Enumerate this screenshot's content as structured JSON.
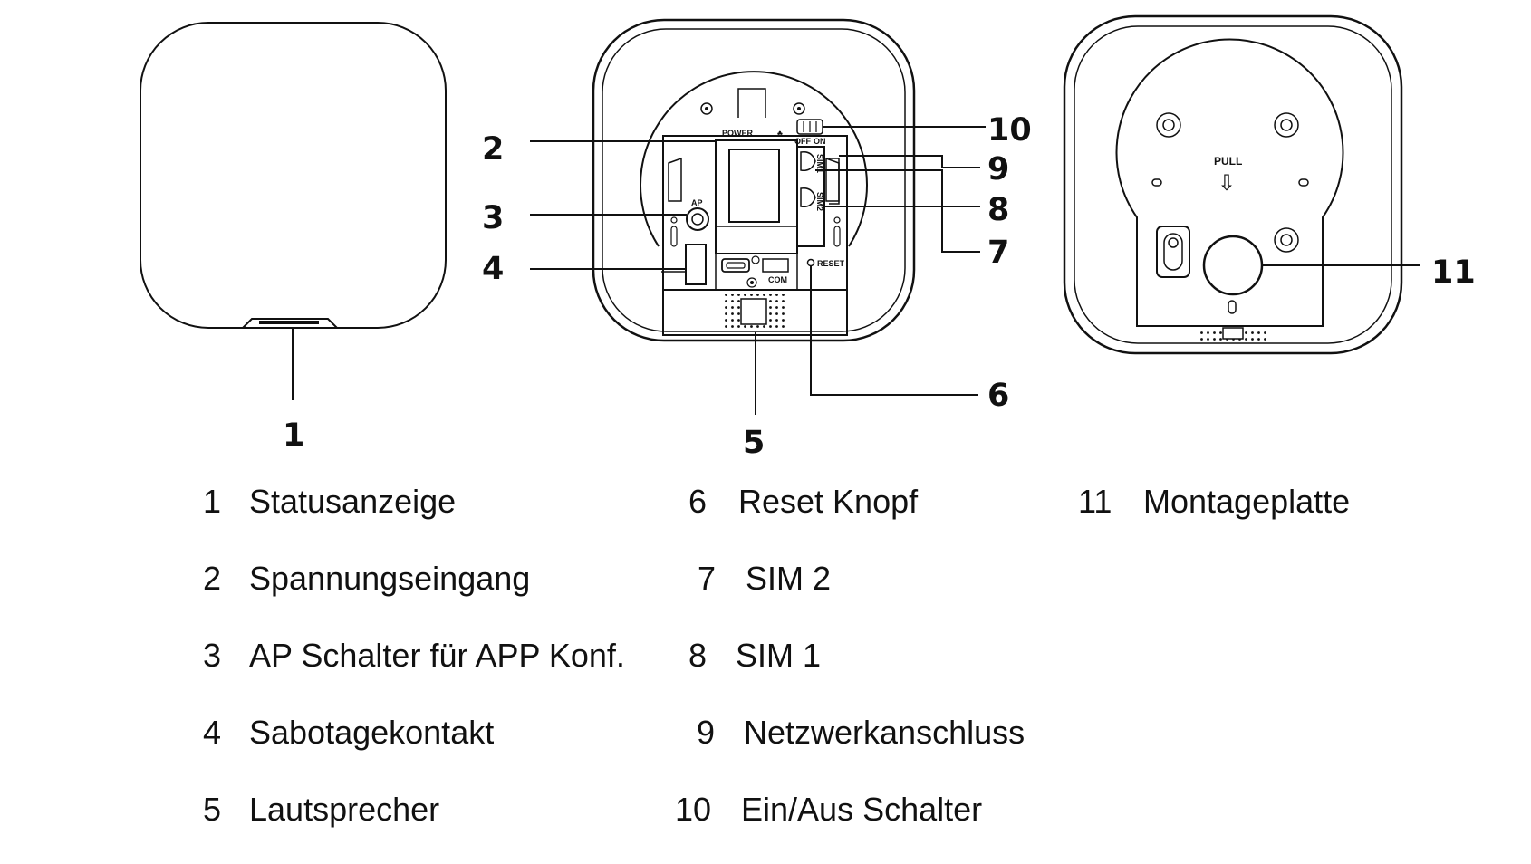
{
  "device_labels": {
    "power": "POWER",
    "ap": "AP",
    "off": "OFF",
    "on": "ON",
    "sim1": "SIM1",
    "sim2": "SIM2",
    "com": "COM",
    "reset": "RESET",
    "pull": "PULL",
    "arrow": "⇩"
  },
  "callouts": [
    "1",
    "2",
    "3",
    "4",
    "5",
    "6",
    "7",
    "8",
    "9",
    "10",
    "11"
  ],
  "legend": [
    {
      "num": "1",
      "label": "Statusanzeige"
    },
    {
      "num": "2",
      "label": "Spannungseingang"
    },
    {
      "num": "3",
      "label": "AP Schalter für APP Konf."
    },
    {
      "num": "4",
      "label": "Sabotagekontakt"
    },
    {
      "num": "5",
      "label": "Lautsprecher"
    },
    {
      "num": "6",
      "label": "Reset Knopf"
    },
    {
      "num": "7",
      "label": "SIM 2"
    },
    {
      "num": "8",
      "label": "SIM 1"
    },
    {
      "num": "9",
      "label": "Netzwerkanschluss"
    },
    {
      "num": "10",
      "label": "Ein/Aus Schalter"
    },
    {
      "num": "11",
      "label": "Montageplatte"
    }
  ]
}
